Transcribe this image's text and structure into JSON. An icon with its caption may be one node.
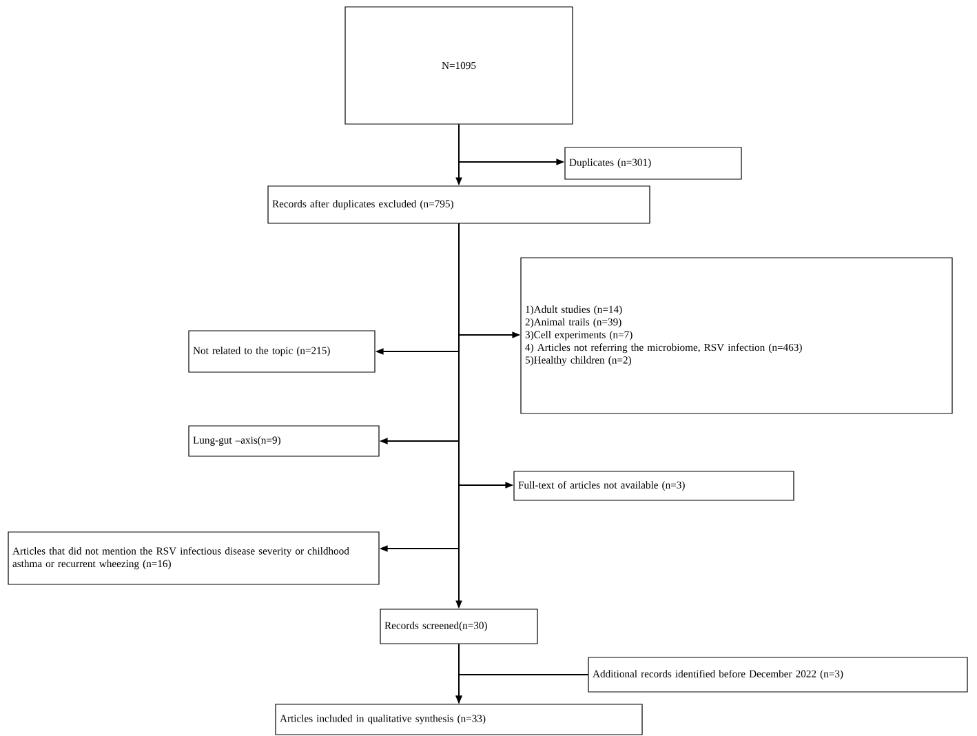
{
  "diagram": {
    "nodes": [
      {
        "text": [
          "N=1095"
        ]
      },
      {
        "text": [
          "Duplicates (n=301)"
        ]
      },
      {
        "text": [
          "Records after duplicates excluded (n=795)"
        ]
      },
      {
        "text": [
          "Not related to the topic (n=215)"
        ]
      },
      {
        "text": [
          "1)Adult studies (n=14)",
          "2)Animal trails (n=39)",
          "3)Cell experiments (n=7)",
          "4) Articles not referring the microbiome, RSV infection (n=463)",
          "5)Healthy children (n=2)"
        ]
      },
      {
        "text": [
          "Lung-gut –axis(n=9)"
        ]
      },
      {
        "text": [
          "Full-text of articles not available (n=3)"
        ]
      },
      {
        "text": [
          "Articles that did not mention the RSV infectious disease severity or childhood asthma or recurrent wheezing (n=16)"
        ]
      },
      {
        "text": [
          "Records screened(n=30)"
        ]
      },
      {
        "text": [
          "Additional records identified before December 2022 (n=3)"
        ]
      },
      {
        "text": [
          "Articles included in qualitative synthesis (n=33)"
        ]
      }
    ],
    "edges": [
      {
        "from": 0,
        "to": 2,
        "arrow": "to"
      },
      {
        "from": 0,
        "to": 1,
        "arrow": "to"
      },
      {
        "from": 2,
        "to": 8,
        "arrow": "to"
      },
      {
        "from": 2,
        "to": 4,
        "arrow": "to"
      },
      {
        "from": 2,
        "to": 3,
        "arrow": "to"
      },
      {
        "from": 2,
        "to": 5,
        "arrow": "to"
      },
      {
        "from": 2,
        "to": 6,
        "arrow": "to"
      },
      {
        "from": 2,
        "to": 7,
        "arrow": "to"
      },
      {
        "from": 8,
        "to": 10,
        "arrow": "to"
      },
      {
        "from": 9,
        "to": 10,
        "arrow": "to"
      }
    ]
  }
}
